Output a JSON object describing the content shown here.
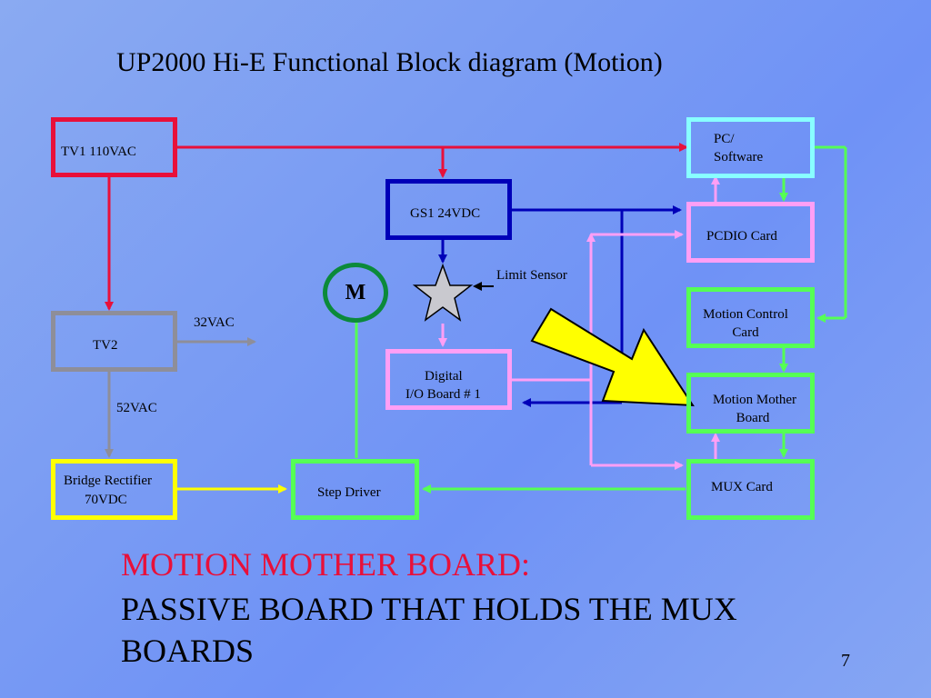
{
  "title": "UP2000 Hi-E Functional Block diagram (Motion)",
  "blocks": {
    "tv1": {
      "label": "TV1 110VAC",
      "color": "#e8103a"
    },
    "tv2": {
      "label": "TV2",
      "color": "#8e8e99"
    },
    "bridge": {
      "line1": "Bridge Rectifier",
      "line2": "70VDC",
      "color": "#ffff00"
    },
    "gs1": {
      "label": "GS1 24VDC",
      "color": "#0000b8"
    },
    "motor": {
      "label": "M",
      "color": "#0b8a3a"
    },
    "limit_sensor": {
      "label": "Limit Sensor"
    },
    "digital_io": {
      "line1": "Digital",
      "line2": "I/O Board # 1",
      "color": "#ff9ff5"
    },
    "step_driver": {
      "label": "Step Driver",
      "color": "#55ff55"
    },
    "pc": {
      "line1": "PC/",
      "line2": "Software",
      "color": "#88ffff"
    },
    "pcdio": {
      "label": "PCDIO Card",
      "color": "#ff9ff5"
    },
    "motion_control": {
      "line1": "Motion Control",
      "line2": "Card",
      "color": "#55ff55"
    },
    "motion_mother": {
      "line1": "Motion Mother",
      "line2": "Board",
      "color": "#55ff55"
    },
    "mux": {
      "label": "MUX Card",
      "color": "#55ff55"
    }
  },
  "labels": {
    "vac32": "32VAC",
    "vac52": "52VAC"
  },
  "callout": {
    "heading": "MOTION MOTHER BOARD:",
    "body": "PASSIVE BOARD THAT HOLDS THE MUX BOARDS"
  },
  "page_number": "7"
}
